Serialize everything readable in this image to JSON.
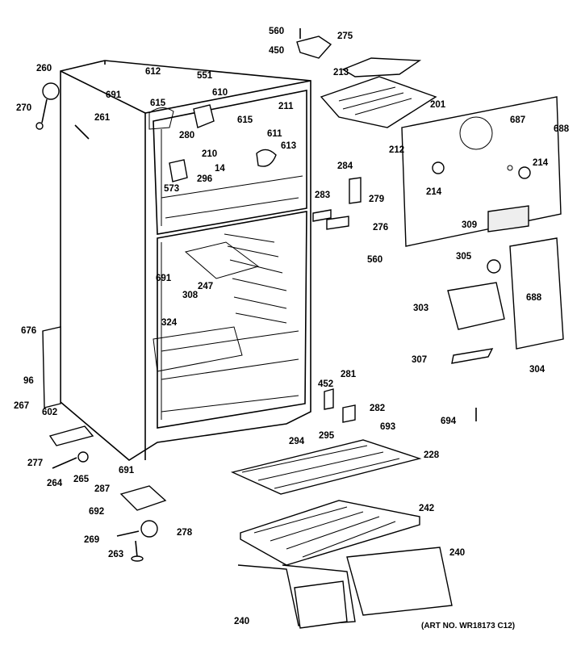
{
  "diagram": {
    "part_labels": [
      "560",
      "275",
      "450",
      "213",
      "260",
      "612",
      "551",
      "610",
      "691",
      "615",
      "211",
      "201",
      "687",
      "688",
      "270",
      "261",
      "615",
      "280",
      "611",
      "613",
      "210",
      "14",
      "212",
      "296",
      "573",
      "284",
      "214",
      "214",
      "283",
      "279",
      "276",
      "560",
      "309",
      "305",
      "691",
      "247",
      "308",
      "324",
      "688",
      "303",
      "676",
      "96",
      "267",
      "602",
      "307",
      "304",
      "452",
      "281",
      "282",
      "693",
      "694",
      "294",
      "295",
      "228",
      "277",
      "264",
      "265",
      "691",
      "287",
      "692",
      "242",
      "269",
      "278",
      "240",
      "263",
      "240"
    ],
    "art_number": "(ART NO. WR18173 C12)"
  }
}
